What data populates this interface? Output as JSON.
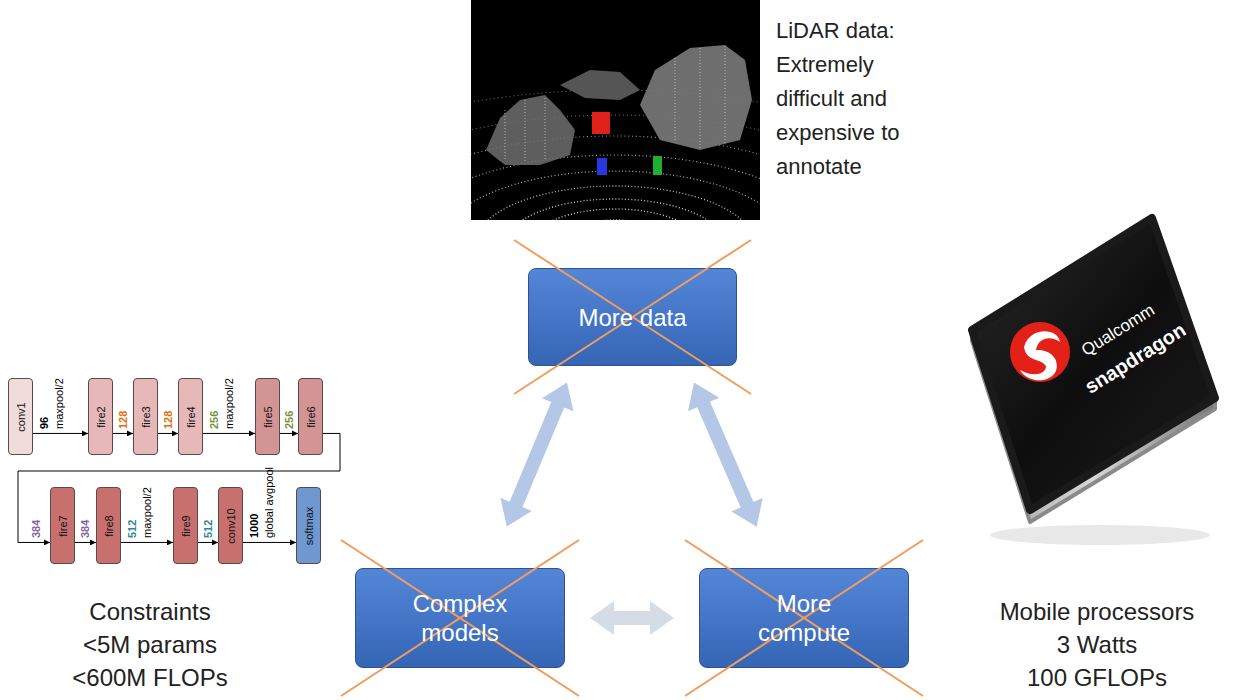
{
  "diagram": {
    "nodes": [
      {
        "text": [
          "More data"
        ]
      },
      {
        "text": [
          "conv1"
        ]
      },
      {
        "text": [
          "fire2"
        ]
      },
      {
        "text": [
          "fire3"
        ]
      },
      {
        "text": [
          "fire4"
        ]
      },
      {
        "text": [
          "fire5"
        ]
      },
      {
        "text": [
          "fire6"
        ]
      },
      {
        "text": [
          "fire7"
        ]
      },
      {
        "text": [
          "fire8"
        ]
      },
      {
        "text": [
          "fire9"
        ]
      },
      {
        "text": [
          "conv10"
        ]
      },
      {
        "text": [
          "softmax"
        ]
      },
      {
        "text": [
          "Complex models"
        ]
      },
      {
        "text": [
          "More compute"
        ]
      }
    ],
    "edges": [
      {
        "from": 0,
        "to": 12,
        "arrow": "both"
      },
      {
        "from": 0,
        "to": 13,
        "arrow": "both"
      },
      {
        "from": 12,
        "to": 13,
        "arrow": "both"
      },
      {
        "from": 1,
        "to": 2,
        "label": "96",
        "arrow": "to"
      },
      {
        "from": 2,
        "to": 3,
        "label": "128",
        "arrow": "to"
      },
      {
        "from": 3,
        "to": 4,
        "label": "128",
        "arrow": "to"
      },
      {
        "from": 4,
        "to": 5,
        "label": "256",
        "arrow": "to"
      },
      {
        "from": 5,
        "to": 6,
        "label": "256",
        "arrow": "to"
      },
      {
        "from": 6,
        "to": 7,
        "label": "384",
        "arrow": "to"
      },
      {
        "from": 7,
        "to": 8,
        "label": "384",
        "arrow": "to"
      },
      {
        "from": 8,
        "to": 9,
        "label": "512",
        "arrow": "to"
      },
      {
        "from": 9,
        "to": 10,
        "label": "512",
        "arrow": "to"
      },
      {
        "from": 10,
        "to": 11,
        "label": "1000",
        "arrow": "to"
      }
    ],
    "labels": [
      "LiDAR data: Extremely difficult and expensive to annotate",
      "maxpool/2",
      "maxpool/2",
      "maxpool/2",
      "global avgpool",
      "Constraints",
      "<5M params",
      "<600M FLOPs",
      "Qualcomm",
      "snapdragon",
      "Mobile processors",
      "3 Watts",
      "100 GFLOPs"
    ]
  }
}
